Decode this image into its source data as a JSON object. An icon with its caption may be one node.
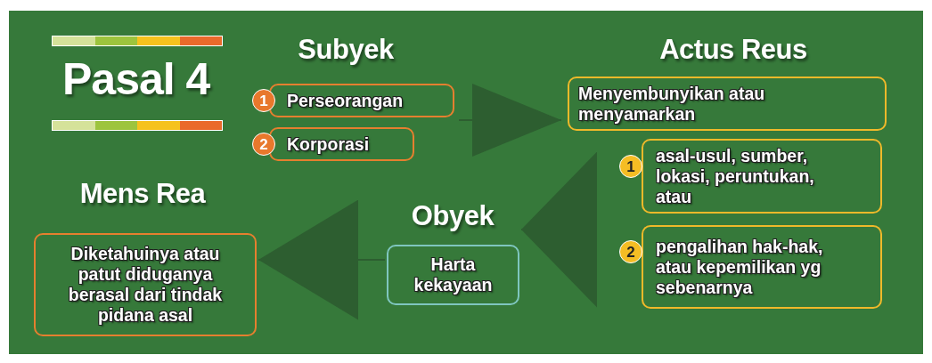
{
  "diagram": {
    "title": "Pasal 4",
    "nodes": [
      {
        "text": [
          "Subyek"
        ]
      },
      {
        "text": [
          "Perseorangan"
        ],
        "in": 0
      },
      {
        "text": [
          "Korporasi"
        ],
        "in": 0
      },
      {
        "text": [
          "Actus Reus"
        ]
      },
      {
        "text": [
          "Menyembunyikan atau menyamarkan"
        ],
        "in": 3
      },
      {
        "text": [
          "asal-usul, sumber, lokasi, peruntukan, atau"
        ],
        "in": 3
      },
      {
        "text": [
          "pengalihan hak-hak, atau kepemilikan yg sebenarnya"
        ],
        "in": 3
      },
      {
        "text": [
          "Obyek",
          "Harta kekayaan"
        ]
      },
      {
        "text": [
          "Mens Rea",
          "Diketahuinya atau patut diduganya berasal dari tindak pidana asal"
        ]
      }
    ],
    "edges": [
      {
        "from": 0,
        "to": 3,
        "arrow": "to"
      },
      {
        "from": 3,
        "to": 7,
        "arrow": "to"
      },
      {
        "from": 7,
        "to": 8,
        "arrow": "to"
      }
    ],
    "labels": [
      "1",
      "2",
      "1",
      "2"
    ]
  }
}
